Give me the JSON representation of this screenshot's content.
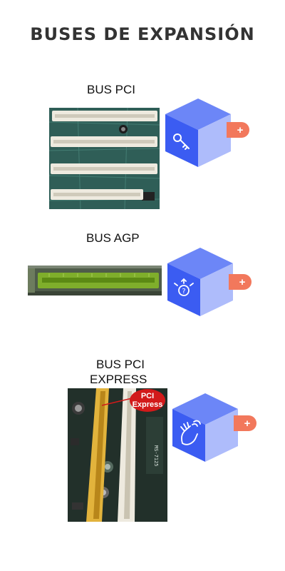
{
  "page": {
    "title": "BUSES DE EXPANSIÓN"
  },
  "sections": [
    {
      "label": "BUS PCI",
      "icon": "key-icon",
      "expand": "+"
    },
    {
      "label": "BUS AGP",
      "icon": "question-arrows-icon",
      "expand": "+"
    },
    {
      "label_lines": [
        "BUS PCI",
        "EXPRESS"
      ],
      "icon": "hand-wave-icon",
      "expand": "+",
      "callout": {
        "line1": "PCI",
        "line2": "Express"
      }
    }
  ],
  "colors": {
    "title": "#333333",
    "cube_front": "#3b5cf2",
    "cube_top": "#6c86f7",
    "cube_side": "#aebcfb",
    "plus_button": "#f2785c",
    "board_green": "#2f5e57",
    "pci_slot": "#eeeadf",
    "agp_slot": "#7fae2b",
    "pcie_slot": "#e2b33c",
    "callout_red": "#d21a1a"
  }
}
